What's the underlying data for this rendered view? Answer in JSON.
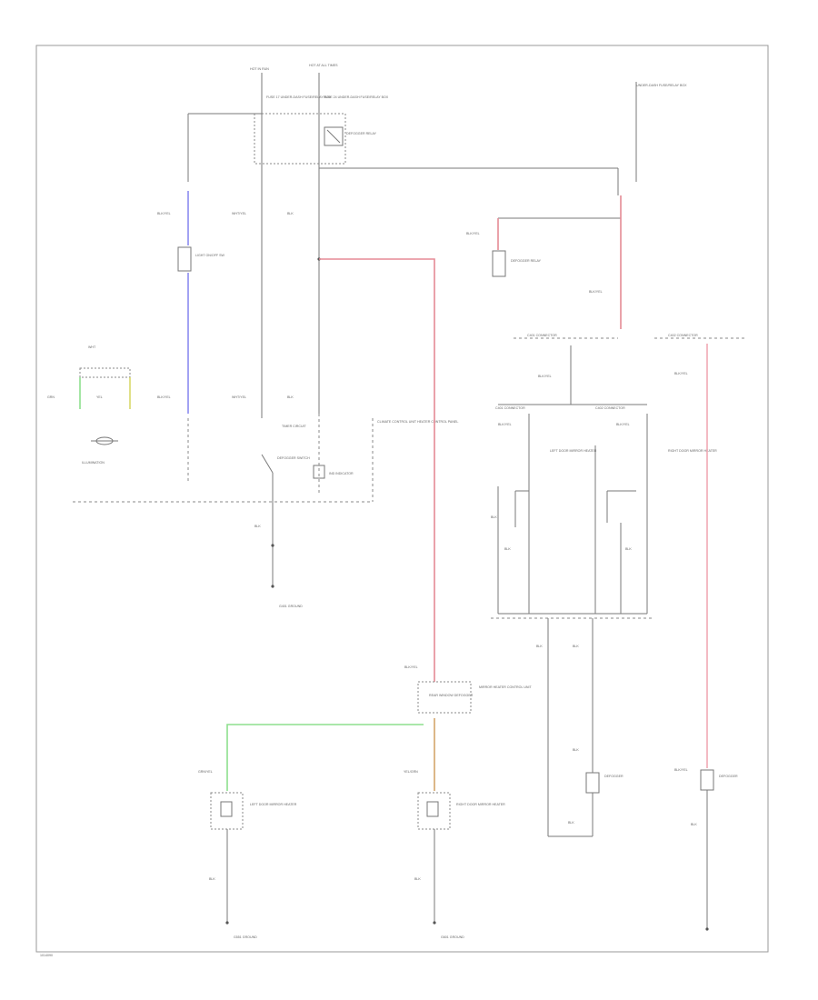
{
  "colors": {
    "pink_wire": "#e58a95",
    "light_pink_wire": "#f0a8b4",
    "blue_wire": "#8a8af0",
    "green_wire": "#8ddf8d",
    "orange_wire": "#d4a56a",
    "yellow_wire": "#d9d96a",
    "line_gray": "#7a7a7a"
  },
  "labels": {
    "top_left_feed": "HOT IN RUN",
    "top_mid_feed": "HOT AT ALL TIMES",
    "fuse_left": "FUSE 17 UNDER-DASH FUSE/RELAY BOX",
    "fuse_mid": "FUSE 24 UNDER-DASH FUSE/RELAY BOX",
    "relay": "DEFOGGER RELAY",
    "top_right_note": "UNDER-DASH FUSE/RELAY BOX",
    "light_module": "LIGHT ON/OFF SW",
    "illumination": "ILLUMINATION",
    "timer_circuit": "TIMER CIRCUIT",
    "defogger_sw": "DEFOGGER SWITCH",
    "indicator": "IND INDICATOR",
    "climate_note": "CLIMATE CONTROL UNIT HEATER CONTROL PANEL",
    "ground_left": "G401 GROUND",
    "defogger_relay_right": "DEFOGGER RELAY",
    "connector_left": "C401 CONNECTOR",
    "connector_right": "C402 CONNECTOR",
    "left_module": "LEFT DOOR MIRROR HEATER",
    "right_module": "RIGHT DOOR MIRROR HEATER",
    "rear_window_defogger": "REAR WINDOW DEFOGGER",
    "mirror_heater_control": "MIRROR HEATER CONTROL UNIT",
    "left_mirror": "LEFT DOOR MIRROR HEATER",
    "right_mirror": "RIGHT DOOR MIRROR HEATER",
    "defogger_a": "DEFOGGER",
    "defogger_b": "DEFOGGER",
    "ground_bottom_left": "G551 GROUND",
    "ground_bottom_mid": "G601 GROUND",
    "footer_code": "1014090",
    "wire_blk": "BLK",
    "wire_blk_yel": "BLK/YEL",
    "wire_wht": "WHT",
    "wire_wht_yel": "WHT/YEL",
    "wire_grn": "GRN",
    "wire_yel": "YEL",
    "wire_grn_yel": "GRN/YEL",
    "wire_yel_grn": "YEL/GRN"
  }
}
